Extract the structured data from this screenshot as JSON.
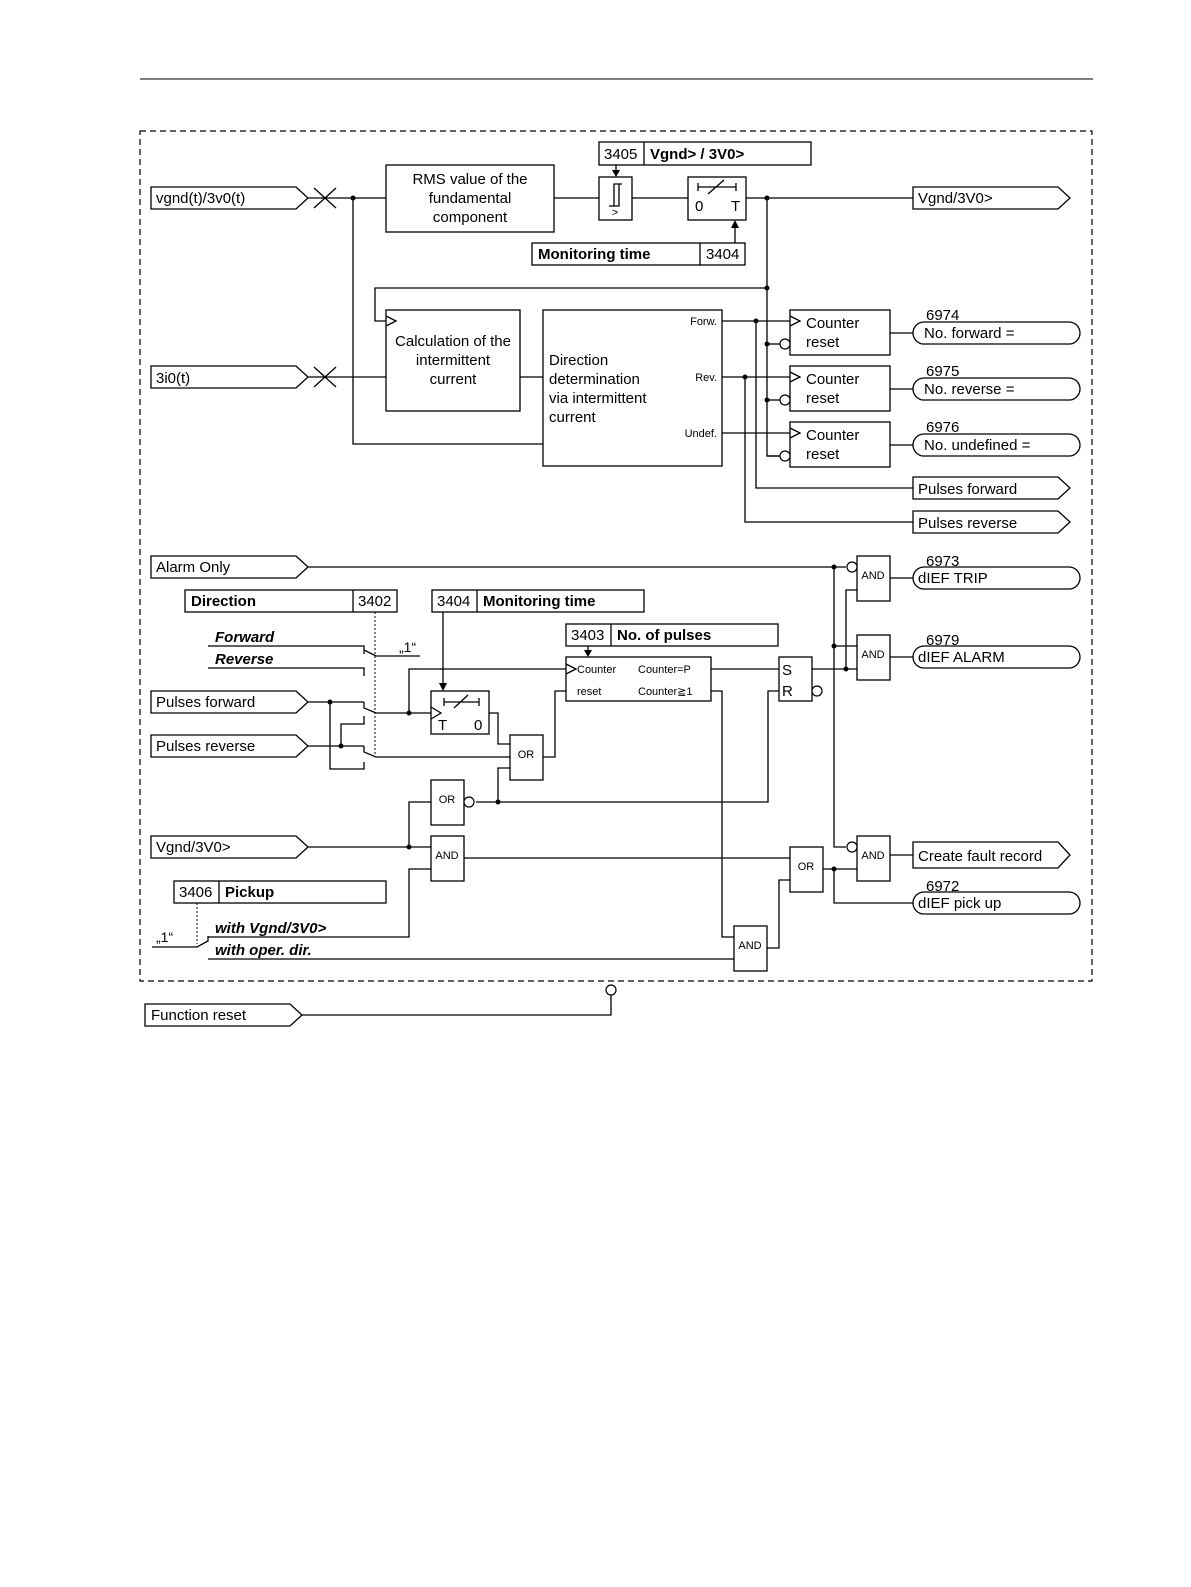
{
  "inputs": {
    "vgnd": "vgnd(t)/3v0(t)",
    "i0": "3i0(t)",
    "alarm_only": "Alarm Only",
    "pulses_forward": "Pulses forward",
    "pulses_reverse": "Pulses reverse",
    "vgnd_pickup": "Vgnd/3V0>",
    "function_reset": "Function reset"
  },
  "blocks": {
    "rms_l1": "RMS value of the",
    "rms_l2": "fundamental",
    "rms_l3": "component",
    "calc_l1": "Calculation of the",
    "calc_l2": "intermittent",
    "calc_l3": "current",
    "dir_l1": "Direction",
    "dir_l2": "determination",
    "dir_l3": "via intermittent",
    "dir_l4": "current",
    "forw": "Forw.",
    "rev": "Rev.",
    "undef": "Undef.",
    "counter": "Counter",
    "reset": "reset",
    "timer_0": "0",
    "timer_T": "T",
    "and": "AND",
    "or": "OR",
    "s": "S",
    "r": "R",
    "counter_eq": "Counter=P",
    "counter_ge": "Counter≧1",
    "one_quote": "„1“"
  },
  "params": {
    "p3405_no": "3405",
    "p3405_label": "Vgnd> / 3V0>",
    "p3404_label": "Monitoring time",
    "p3404_no": "3404",
    "p3402_label": "Direction",
    "p3402_no": "3402",
    "p3403_no": "3403",
    "p3403_label": "No. of pulses",
    "p3406_no": "3406",
    "p3406_label": "Pickup",
    "forward": "Forward",
    "reverse": "Reverse",
    "with_vgnd": "with Vgnd/3V0>",
    "with_oper": "with oper. dir."
  },
  "outputs": {
    "vgnd_out": "Vgnd/3V0>",
    "n6974": "6974",
    "no_forward": "No. forward =",
    "n6975": "6975",
    "no_reverse": "No. reverse =",
    "n6976": "6976",
    "no_undefined": "No. undefined =",
    "pulses_forward": "Pulses forward",
    "pulses_reverse": "Pulses reverse",
    "n6973": "6973",
    "trip": "dIEF TRIP",
    "n6979": "6979",
    "alarm": "dIEF ALARM",
    "fault_record": "Create fault record",
    "n6972": "6972",
    "pickup": "dIEF pick up"
  }
}
